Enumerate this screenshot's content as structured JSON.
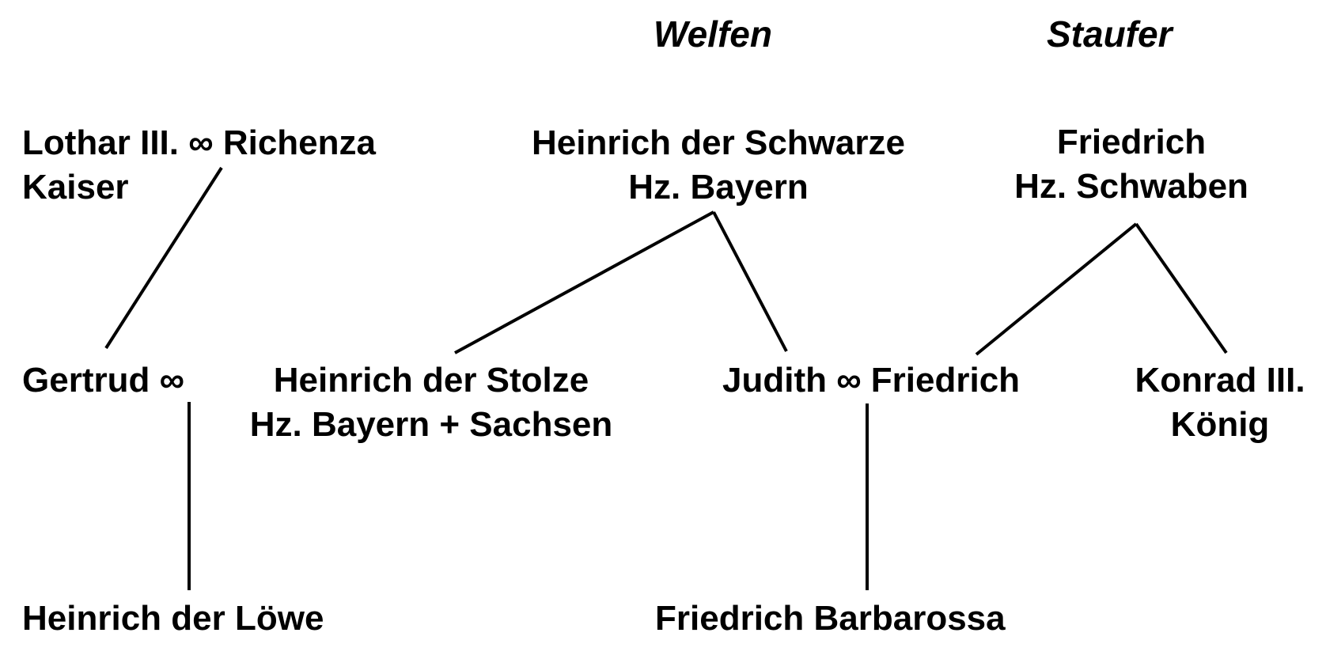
{
  "houses": {
    "welfen": "Welfen",
    "staufer": "Staufer"
  },
  "people": {
    "lothar": {
      "line1": "Lothar III. ∞ Richenza",
      "line2": "Kaiser"
    },
    "heinrich_schwarze": {
      "line1": "Heinrich der Schwarze",
      "line2": "Hz. Bayern"
    },
    "friedrich_schwaben": {
      "line1": "Friedrich",
      "line2": "Hz. Schwaben"
    },
    "gertrud": {
      "line1": "Gertrud ∞"
    },
    "heinrich_stolze": {
      "line1": "Heinrich der Stolze",
      "line2": "Hz. Bayern + Sachsen"
    },
    "judith_friedrich": {
      "line1": "Judith ∞ Friedrich"
    },
    "konrad": {
      "line1": "Konrad III.",
      "line2": "König"
    },
    "heinrich_loewe": {
      "line1": "Heinrich der Löwe"
    },
    "barbarossa": {
      "line1": "Friedrich Barbarossa"
    }
  }
}
